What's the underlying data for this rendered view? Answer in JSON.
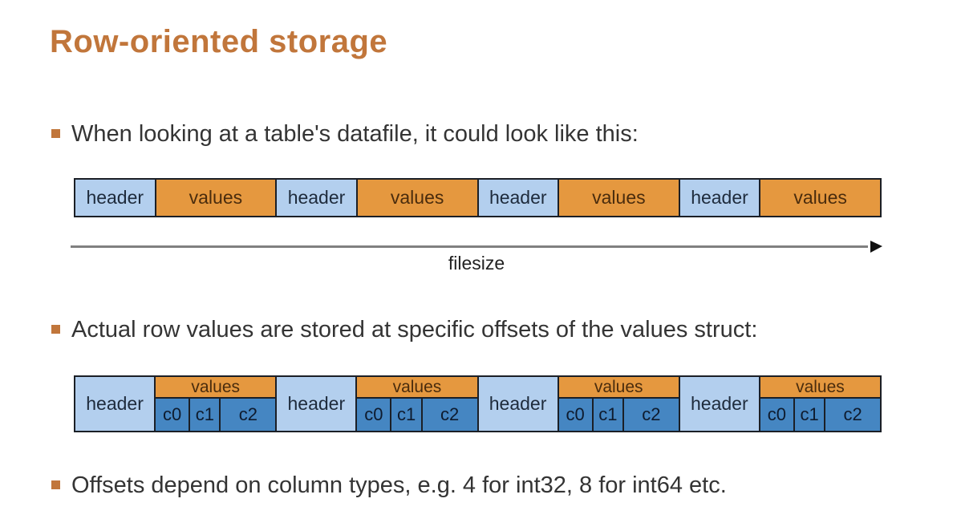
{
  "slide": {
    "title": "Row-oriented storage",
    "bullets": [
      "When looking at a table's datafile, it could look like this:",
      "Actual row values are stored at specific offsets of the values struct:",
      "Offsets depend on column types, e.g. 4 for int32, 8 for int64 etc."
    ]
  },
  "diagram_row_layout": {
    "groups": [
      {
        "header": "header",
        "values": "values"
      },
      {
        "header": "header",
        "values": "values"
      },
      {
        "header": "header",
        "values": "values"
      },
      {
        "header": "header",
        "values": "values"
      }
    ]
  },
  "filesize_arrow": {
    "label": "filesize"
  },
  "diagram_offsets": {
    "groups": [
      {
        "header": "header",
        "values_label": "values",
        "columns": [
          "c0",
          "c1",
          "c2"
        ]
      },
      {
        "header": "header",
        "values_label": "values",
        "columns": [
          "c0",
          "c1",
          "c2"
        ]
      },
      {
        "header": "header",
        "values_label": "values",
        "columns": [
          "c0",
          "c1",
          "c2"
        ]
      },
      {
        "header": "header",
        "values_label": "values",
        "columns": [
          "c0",
          "c1",
          "c2"
        ]
      }
    ]
  },
  "colors": {
    "title": "#c1763b",
    "bullet_marker": "#c1763b",
    "text": "#343434",
    "header_cell": "#b3cfee",
    "values_cell": "#e5983f",
    "column_cell": "#4586c2",
    "cell_border": "#1b1f26",
    "arrow_line": "#808080"
  }
}
